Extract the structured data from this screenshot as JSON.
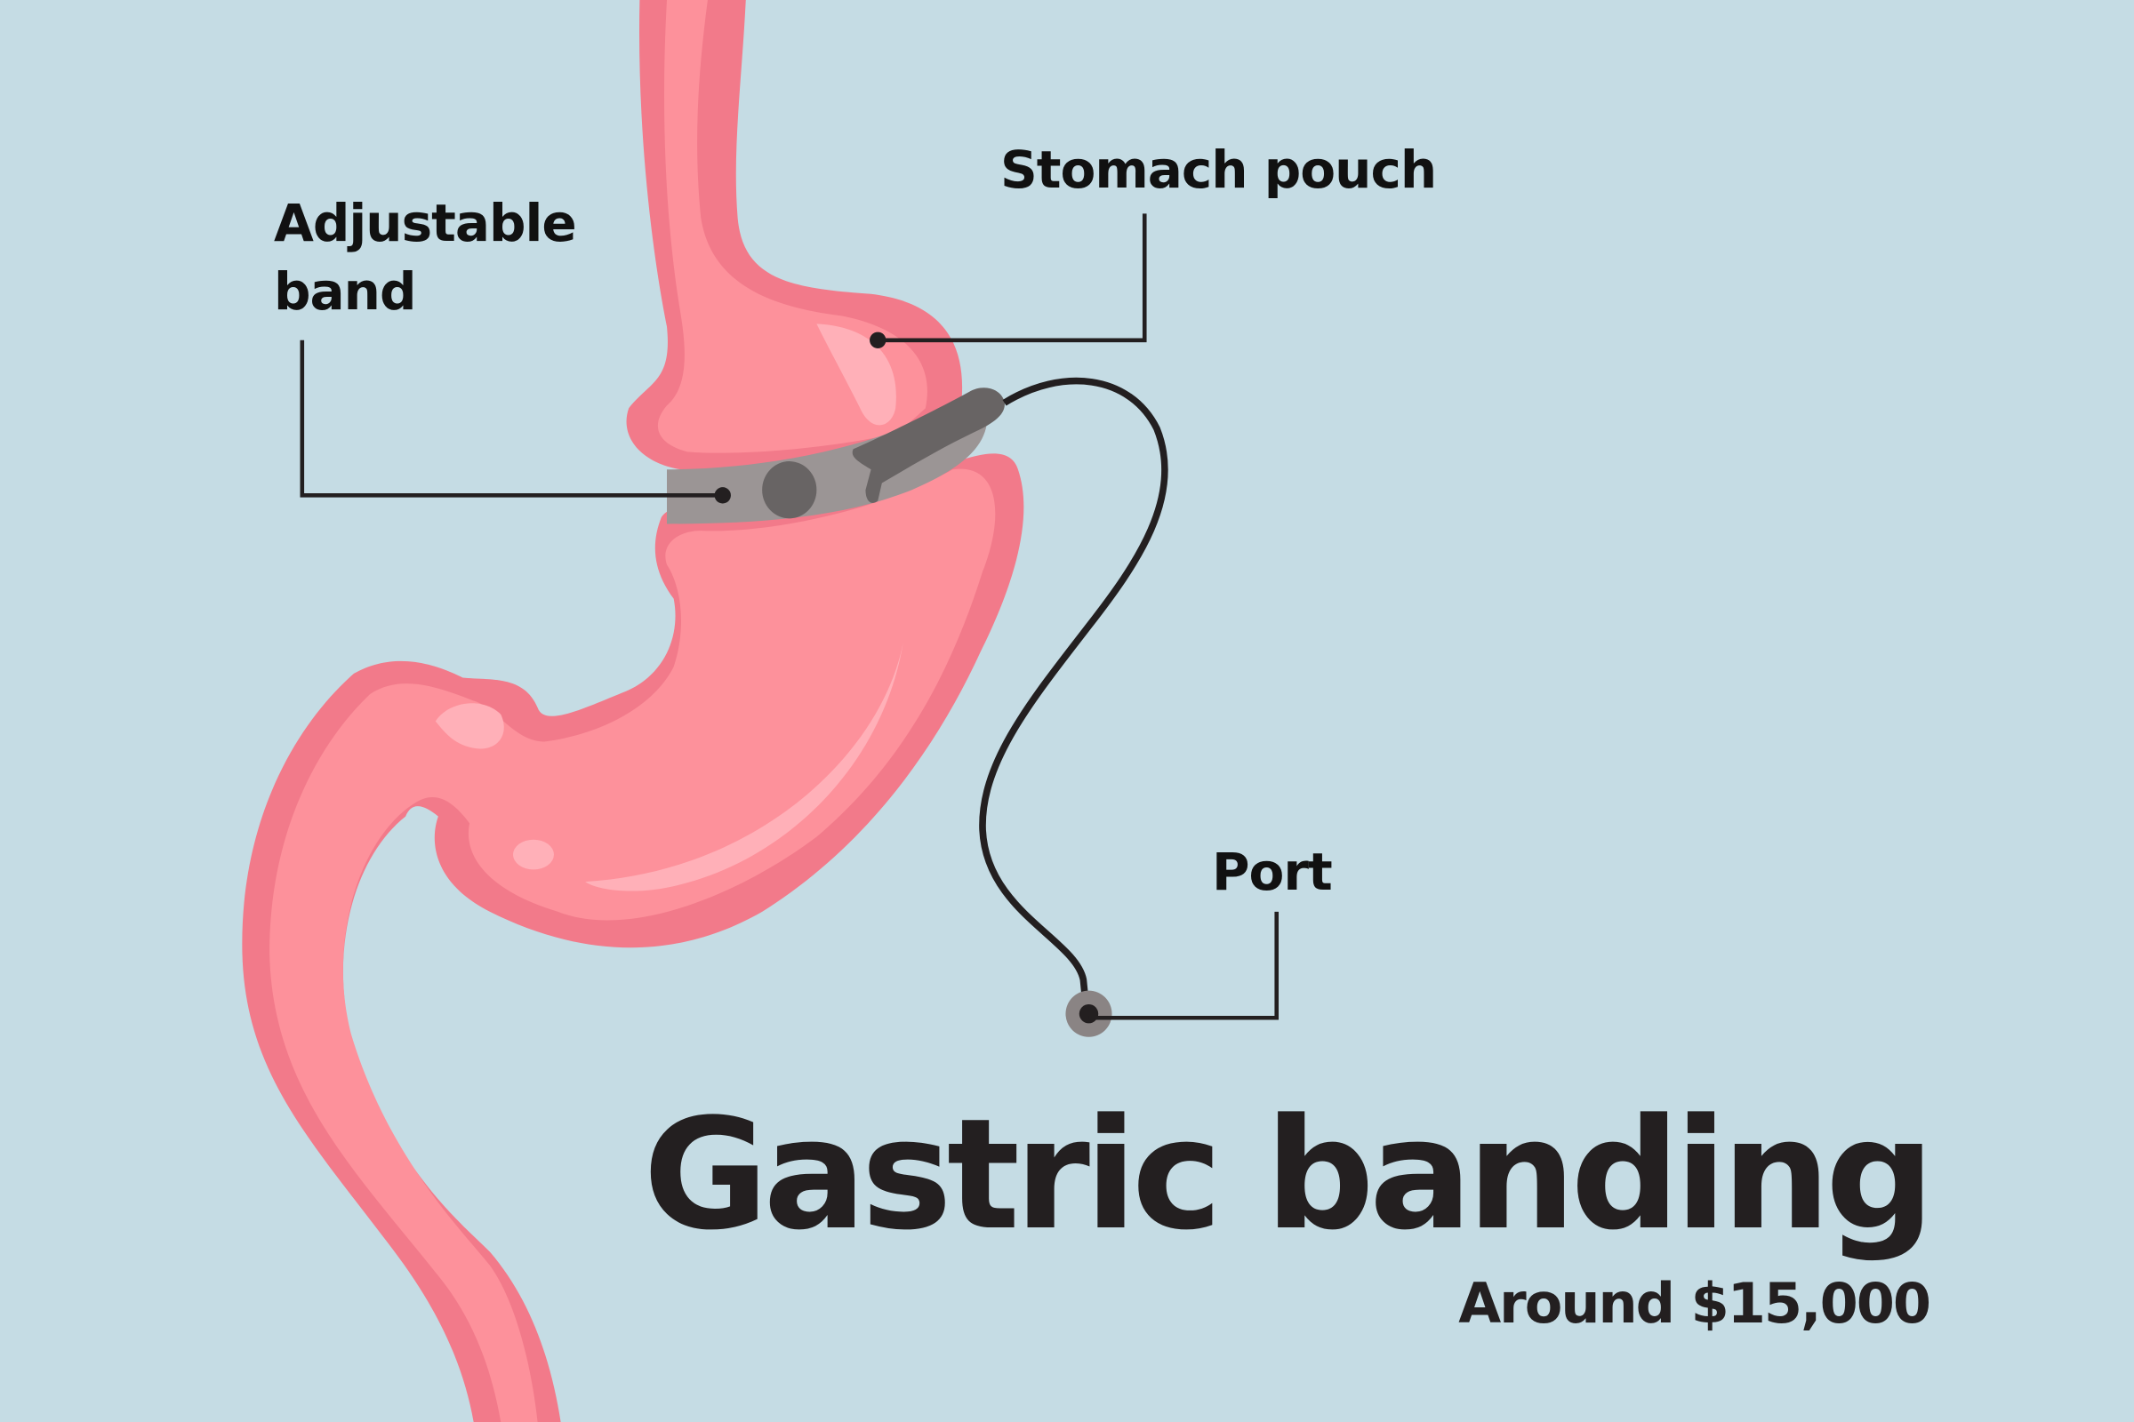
{
  "diagram": {
    "title": "Gastric banding",
    "subtitle": "Around $15,000",
    "labels": {
      "adjustable_band": "Adjustable band",
      "adjustable_band_line1": "Adjustable",
      "adjustable_band_line2": "band",
      "stomach_pouch": "Stomach pouch",
      "port": "Port"
    },
    "parts": [
      "esophagus",
      "stomach-pouch",
      "adjustable-band",
      "tubing",
      "port",
      "stomach",
      "duodenum"
    ]
  },
  "colors": {
    "background": "#c5dce4",
    "organ_outline": "#f27a8a",
    "organ_fill": "#fd919b",
    "organ_highlight": "#ffb0b8",
    "band": "#9b9595",
    "band_dark": "#686464",
    "text_and_lines": "#231f20"
  }
}
